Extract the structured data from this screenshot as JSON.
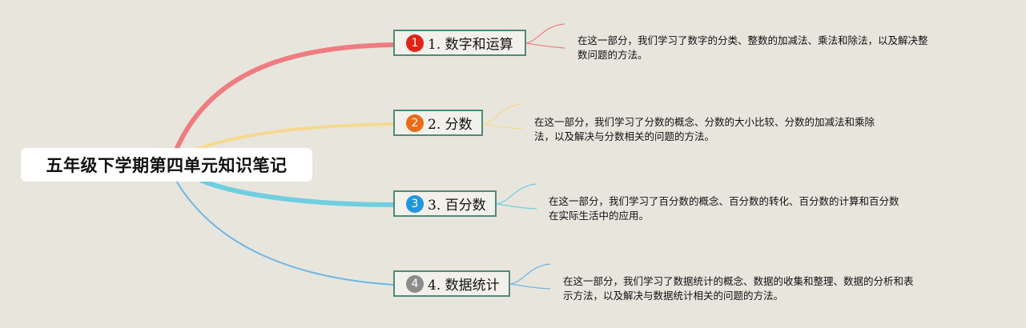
{
  "root": {
    "title": "五年级下学期第四单元知识笔记"
  },
  "branches": [
    {
      "number": "1",
      "label": "1. 数字和运算",
      "color": "#ef7c80",
      "badge_color": "#e02418",
      "note_lines": [
        "在这一部分，我们学习了数字的分类、整数的加减法、乘法和除法，以及解决整",
        "数问题的方法。"
      ]
    },
    {
      "number": "2",
      "label": "2. 分数",
      "color": "#f6d98e",
      "badge_color": "#ea6a1a",
      "note_lines": [
        "在这一部分，我们学习了分数的概念、分数的大小比较、分数的加减法和乘除",
        "法，以及解决与分数相关的问题的方法。"
      ]
    },
    {
      "number": "3",
      "label": "3. 百分数",
      "color": "#6fcfe0",
      "badge_color": "#2196dd",
      "note_lines": [
        "在这一部分，我们学习了百分数的概念、百分数的转化、百分数的计算和百分数",
        "在实际生活中的应用。"
      ]
    },
    {
      "number": "4",
      "label": "4. 数据统计",
      "color": "#6fb6e6",
      "badge_color": "#8c8c8c",
      "note_lines": [
        "在这一部分，我们学习了数据统计的概念、数据的收集和整理、数据的分析和表",
        "示方法，以及解决与数据统计相关的问题的方法。"
      ]
    }
  ]
}
